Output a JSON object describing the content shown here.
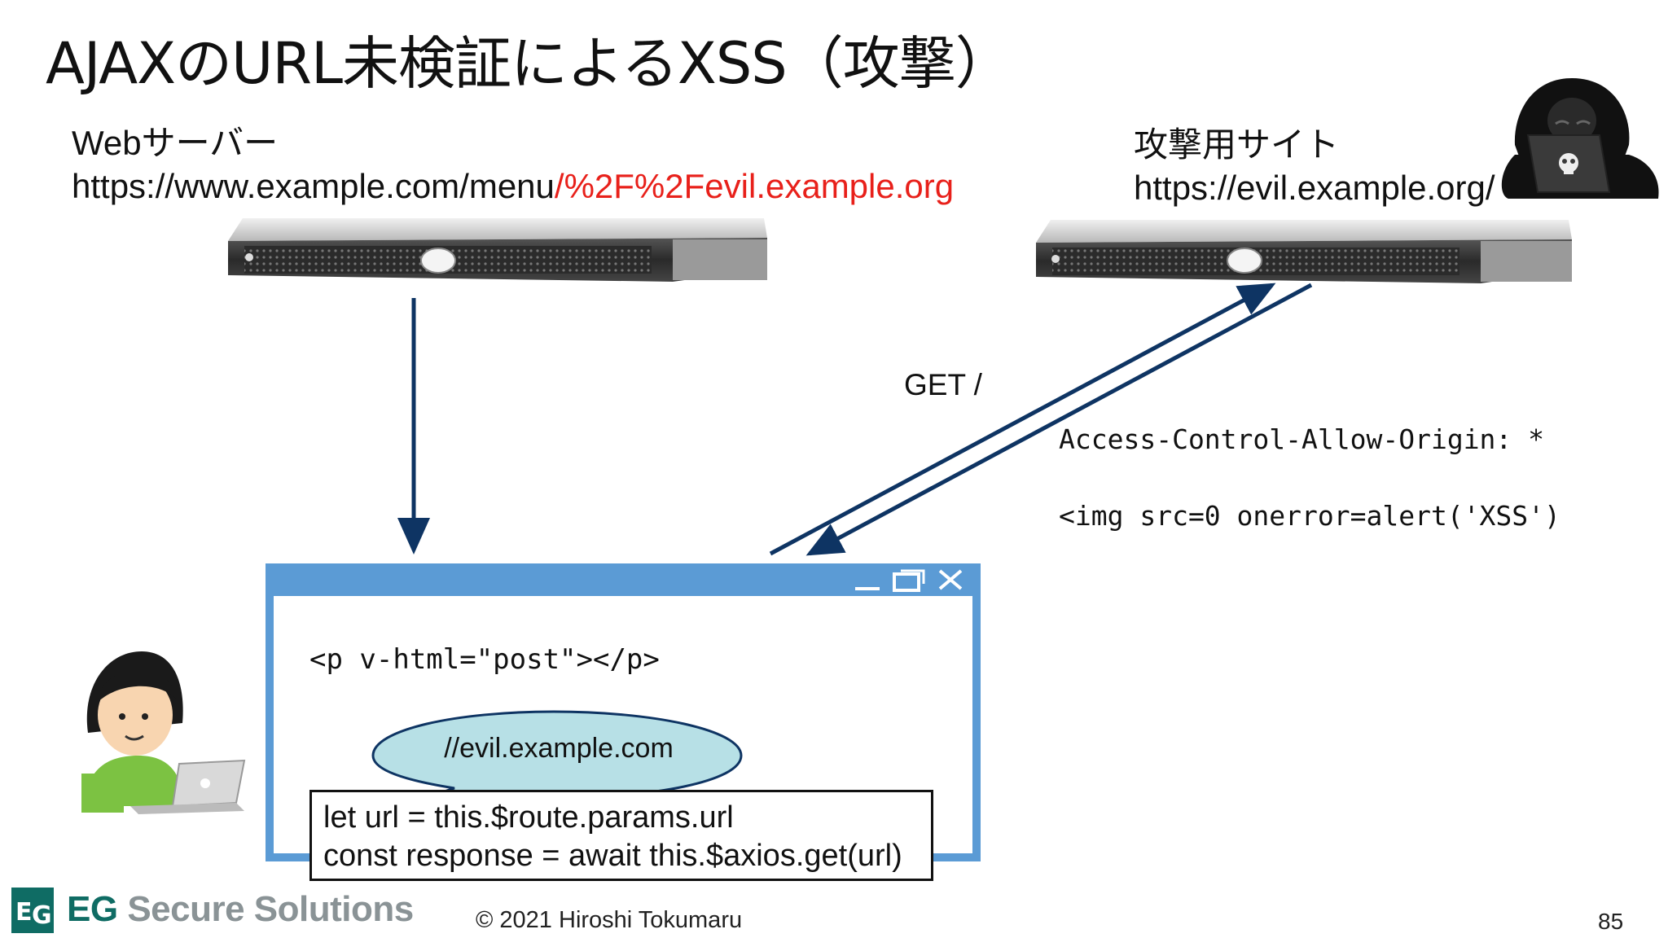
{
  "slide": {
    "title": "AJAXのURL未検証によるXSS（攻撃）",
    "web_server": {
      "label": "Webサーバー",
      "url_base": "https://www.example.com/menu",
      "url_injected": "/%2F%2Fevil.example.org"
    },
    "attack_site": {
      "label": "攻撃用サイト",
      "url": "https://evil.example.org/"
    },
    "request_label": "GET /",
    "response_header": "Access-Control-Allow-Origin: *",
    "response_body": "<img src=0 onerror=alert('XSS')",
    "browser": {
      "template_code": "<p v-html=\"post\"></p>",
      "bubble_text": "//evil.example.com",
      "code_lines": [
        "let url = this.$route.params.url",
        "const response = await this.$axios.get(url)"
      ]
    },
    "footer": {
      "logo_eg": "EG",
      "logo_rest": "Secure Solutions",
      "copyright": "© 2021 Hiroshi Tokumaru",
      "page_number": "85"
    },
    "colors": {
      "arrow": "#0e3463",
      "browser_frame": "#5b9bd5",
      "bubble_fill": "#b7e0e6",
      "url_highlight": "#e8201a"
    }
  }
}
